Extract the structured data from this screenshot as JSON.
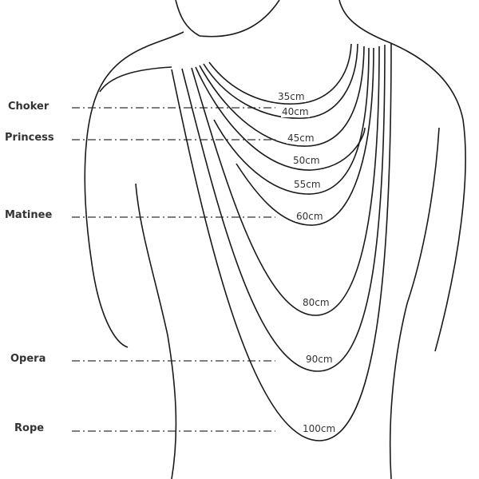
{
  "styles": [
    {
      "name": "Choker"
    },
    {
      "name": "Princess"
    },
    {
      "name": "Matinee"
    },
    {
      "name": "Opera"
    },
    {
      "name": "Rope"
    }
  ],
  "lengths": [
    "35cm",
    "40cm",
    "45cm",
    "50cm",
    "55cm",
    "60cm",
    "80cm",
    "90cm",
    "100cm"
  ]
}
